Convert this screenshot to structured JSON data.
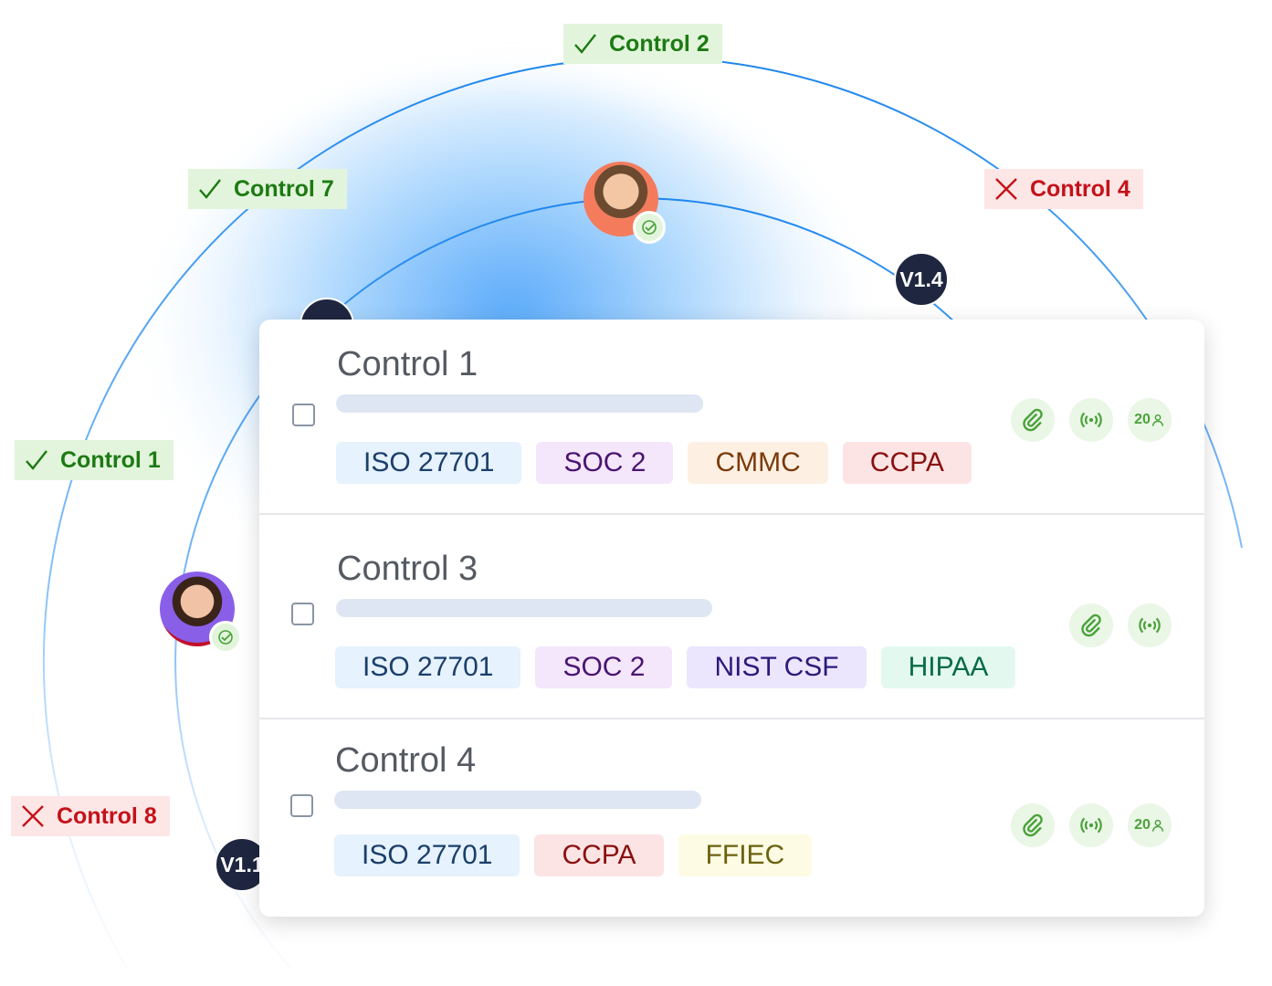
{
  "floating_labels": [
    {
      "label": "Control 2",
      "status": "pass"
    },
    {
      "label": "Control 7",
      "status": "pass"
    },
    {
      "label": "Control 4",
      "status": "fail"
    },
    {
      "label": "Control 1",
      "status": "pass"
    },
    {
      "label": "Control 8",
      "status": "fail"
    }
  ],
  "versions": [
    "V1.4",
    "V1.1"
  ],
  "colors": {
    "pass": "#1d7a13",
    "fail": "#c4121a",
    "accent": "#2a8ff0"
  },
  "controls": [
    {
      "title": "Control 1",
      "frameworks": [
        "ISO 27701",
        "SOC 2",
        "CMMC",
        "CCPA"
      ],
      "assignees": "20"
    },
    {
      "title": "Control 3",
      "frameworks": [
        "ISO 27701",
        "SOC 2",
        "NIST CSF",
        "HIPAA"
      ]
    },
    {
      "title": "Control 4",
      "frameworks": [
        "ISO 27701",
        "CCPA",
        "FFIEC"
      ],
      "assignees": "20"
    }
  ]
}
